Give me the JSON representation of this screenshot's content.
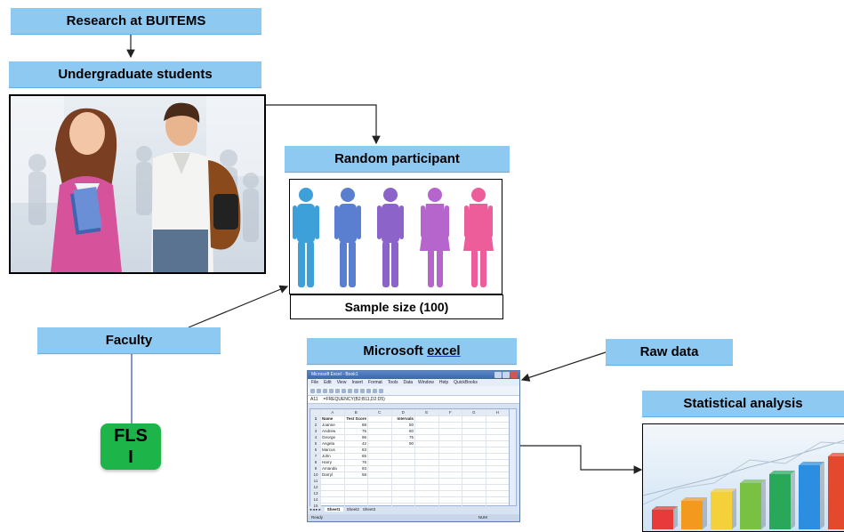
{
  "nodes": {
    "research": "Research at BUITEMS",
    "undergrad": "Undergraduate students",
    "random": "Random participant",
    "sample": "Sample size (100)",
    "faculty": "Faculty",
    "fls_line1": "FLS",
    "fls_line2": "I",
    "excel_prefix": "Microsoft ",
    "excel_word": "excel",
    "raw": "Raw data",
    "stats": "Statistical analysis"
  },
  "excel_window": {
    "title": "Microsoft Excel - Book1",
    "menu": [
      "File",
      "Edit",
      "View",
      "Insert",
      "Format",
      "Tools",
      "Data",
      "Window",
      "Help",
      "QuickBooks"
    ],
    "cell_ref": "A11",
    "formula": "=FREQUENCY(B2:B11,D2:D5)",
    "columns": [
      "",
      "A",
      "B",
      "C",
      "D",
      "E",
      "F",
      "G",
      "H"
    ],
    "rows": [
      [
        "1",
        "Name",
        "Test Score",
        "",
        "Intervals",
        "",
        "",
        "",
        ""
      ],
      [
        "2",
        "Joanne",
        "88",
        "",
        "50",
        "",
        "",
        "",
        ""
      ],
      [
        "3",
        "Andrew",
        "75",
        "",
        "60",
        "",
        "",
        "",
        ""
      ],
      [
        "4",
        "George",
        "96",
        "",
        "75",
        "",
        "",
        "",
        ""
      ],
      [
        "5",
        "Angela",
        "42",
        "",
        "90",
        "",
        "",
        "",
        ""
      ],
      [
        "6",
        "Marcus",
        "83",
        "",
        "",
        "",
        "",
        "",
        ""
      ],
      [
        "7",
        "John",
        "65",
        "",
        "",
        "",
        "",
        "",
        ""
      ],
      [
        "8",
        "Harry",
        "76",
        "",
        "",
        "",
        "",
        "",
        ""
      ],
      [
        "9",
        "Amanda",
        "93",
        "",
        "",
        "",
        "",
        "",
        ""
      ],
      [
        "10",
        "Darryl",
        "58",
        "",
        "",
        "",
        "",
        "",
        ""
      ],
      [
        "11",
        "",
        "",
        "",
        "",
        "",
        "",
        "",
        ""
      ],
      [
        "12",
        "",
        "",
        "",
        "",
        "",
        "",
        "",
        ""
      ],
      [
        "13",
        "",
        "",
        "",
        "",
        "",
        "",
        "",
        ""
      ],
      [
        "14",
        "",
        "",
        "",
        "",
        "",
        "",
        "",
        ""
      ],
      [
        "15",
        "",
        "",
        "",
        "",
        "",
        "",
        "",
        ""
      ]
    ],
    "sheets": [
      "Sheet1",
      "Sheet2",
      "Sheet3"
    ],
    "status": "Ready",
    "status_right": "NUM"
  },
  "figure_colors": [
    "#3ea0d8",
    "#5b7fd0",
    "#8b63c9",
    "#b565cc",
    "#ec5d9a"
  ],
  "bar_colors": [
    "#e83a3a",
    "#f39a1e",
    "#f4d13a",
    "#79c142",
    "#2aa85a",
    "#2b8ee0",
    "#e4492e"
  ]
}
